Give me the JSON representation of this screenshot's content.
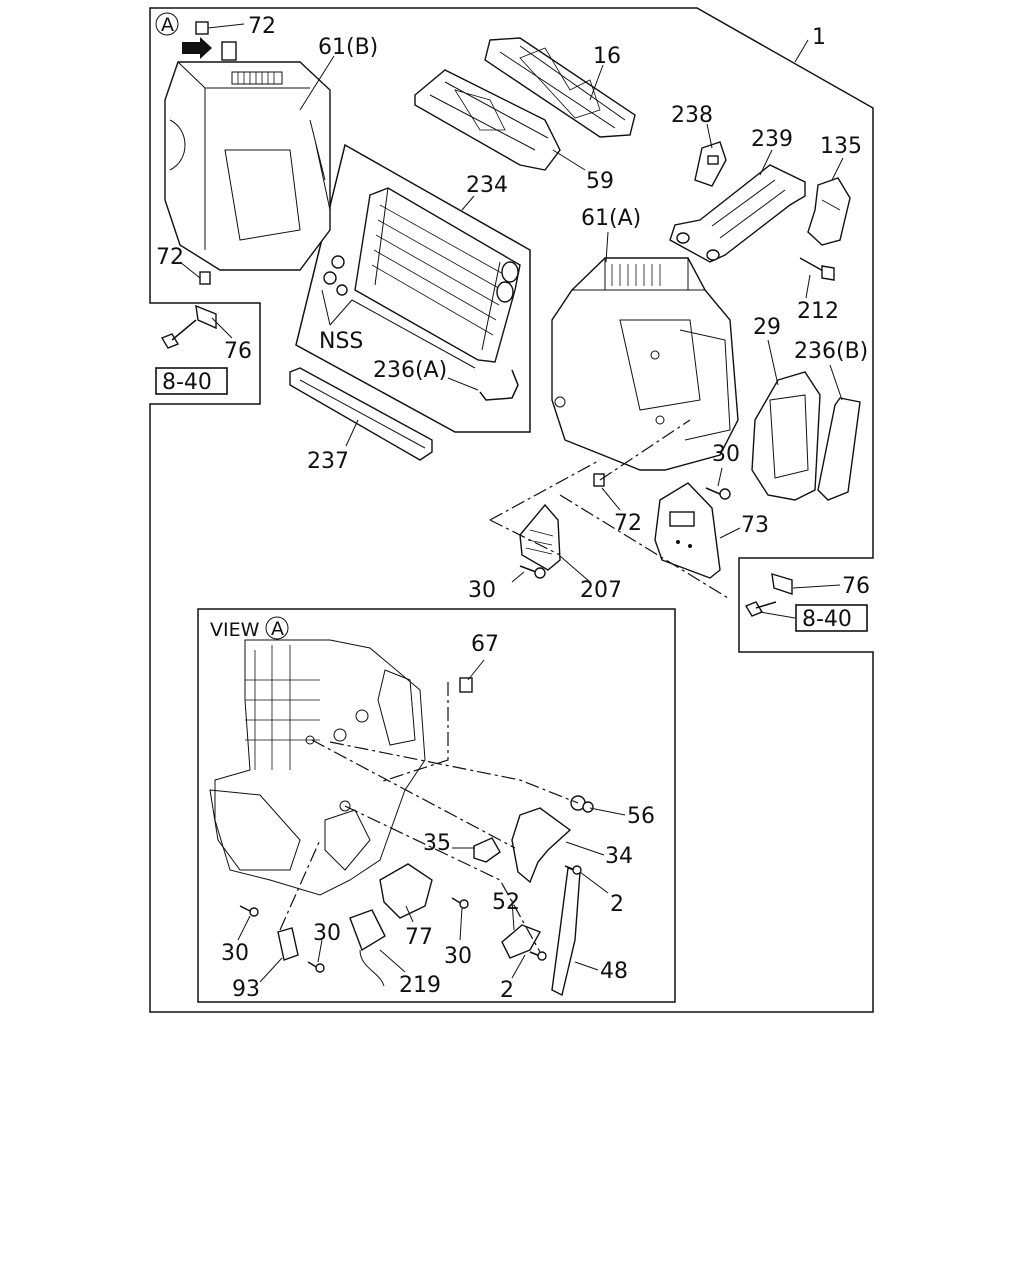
{
  "callouts": {
    "c72a": "72",
    "c61b": "61(B)",
    "c1": "1",
    "c16": "16",
    "c238": "238",
    "c239": "239",
    "c135": "135",
    "c59": "59",
    "c234": "234",
    "c61a": "61(A)",
    "c72b": "72",
    "c212": "212",
    "c76a": "76",
    "cnss": "NSS",
    "c236a": "236(A)",
    "c29": "29",
    "c236b": "236(B)",
    "c237": "237",
    "c30a": "30",
    "c72c": "72",
    "c73": "73",
    "c30b": "30",
    "c207": "207",
    "c76b": "76",
    "c67": "67",
    "c56": "56",
    "c35": "35",
    "c34": "34",
    "c2a": "2",
    "c52": "52",
    "c30c": "30",
    "c77": "77",
    "c30d": "30",
    "c30e": "30",
    "c48": "48",
    "c2b": "2",
    "c93": "93",
    "c219": "219"
  },
  "refs": {
    "ref_left": "8-40",
    "ref_right": "8-40"
  },
  "view": {
    "title": "VIEW",
    "marker": "A"
  },
  "top_marker": "A"
}
